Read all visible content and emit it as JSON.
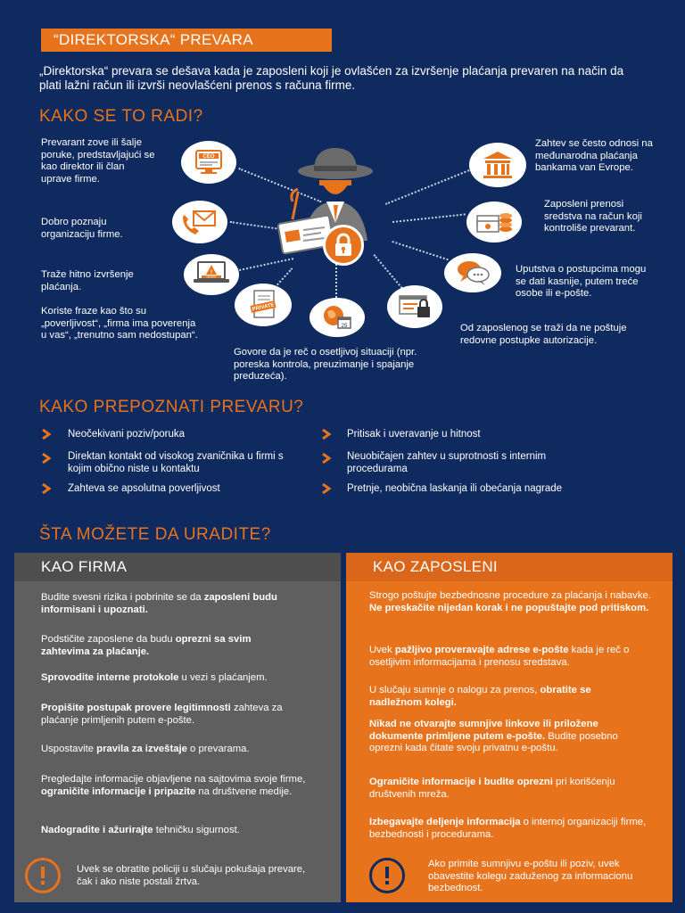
{
  "title": "“DIREKTORSKA“ PREVARA",
  "intro": "„Direktorska“ prevara se dešava kada je zaposleni koji je ovlašćen za izvršenje plaćanja prevaren na način da plati lažni račun ili izvrši neovlašćeni prenos s računa firme.",
  "how": {
    "heading": "KAKO SE TO RADI?",
    "icon_labels": {
      "ceo": "CEO",
      "private": "PRIVATE",
      "urgent": "URGENT"
    },
    "steps": [
      "Prevarant zove ili šalje poruke, predstavljajući se kao direktor ili član uprave firme.",
      "Dobro poznaju organizaciju firme.",
      "Traže hitno izvršenje plaćanja.",
      "Koriste fraze kao što su „poverljivost“, „firma ima poverenja u vas“, „trenutno sam nedostupan“.",
      "Govore da je reč o osetljivoj situaciji (npr. poreska kontrola, preuzimanje i spajanje preduzeća).",
      "Od zaposlenog se traži da ne poštuje redovne postupke autorizacije.",
      "Uputstva o postupcima mogu se dati kasnije, putem treće osobe ili e-pošte.",
      "Zaposleni prenosi sredstva na račun koji kontroliše prevarant.",
      "Zahtev se često odnosi na međunarodna plaćanja bankama van Evrope."
    ]
  },
  "recognize": {
    "heading": "KAKO PREPOZNATI PREVARU?",
    "left": [
      "Neočekivani poziv/poruka",
      "Direktan kontakt od visokog zvaničnika u firmi s kojim obično niste u kontaktu",
      "Zahteva se apsolutna poverljivost"
    ],
    "right": [
      "Pritisak i uveravanje u hitnost",
      "Neuobičajen zahtev u suprotnosti s internim procedurama",
      "Pretnje, neobična laskanja ili obećanja nagrade"
    ]
  },
  "what": {
    "heading": "ŠTA MOŽETE DA URADITE?",
    "firm": {
      "title": "KAO FIRMA",
      "items": [
        [
          {
            "t": "Budite svesni rizika i pobrinite se da "
          },
          {
            "t": "zaposleni budu informisani i upoznati.",
            "b": true
          }
        ],
        [
          {
            "t": "Podstičite zaposlene da budu "
          },
          {
            "t": "oprezni sa svim zahtevima za plaćanje.",
            "b": true
          }
        ],
        [
          {
            "t": "Sprovodite interne protokole",
            "b": true
          },
          {
            "t": " u vezi s plaćanjem."
          }
        ],
        [
          {
            "t": "Propišite postupak provere legitimnosti",
            "b": true
          },
          {
            "t": " zahteva za plaćanje primljenih putem e-pošte."
          }
        ],
        [
          {
            "t": "Uspostavite "
          },
          {
            "t": "pravila za izveštaje",
            "b": true
          },
          {
            "t": " o prevarama."
          }
        ],
        [
          {
            "t": "Pregledajte informacije objavljene na sajtovima svoje firme, "
          },
          {
            "t": "ograničite informacije i pripazite",
            "b": true
          },
          {
            "t": " na društvene medije."
          }
        ],
        [
          {
            "t": "Nadogradite i ažurirajte",
            "b": true
          },
          {
            "t": " tehničku sigurnost."
          }
        ]
      ],
      "warning": "Uvek se obratite policiji u slučaju pokušaja prevare, čak i ako niste postali žrtva."
    },
    "employee": {
      "title": "KAO ZAPOSLENI",
      "items": [
        [
          {
            "t": "Strogo poštujte bezbednosne procedure za plaćanja i nabavke. "
          },
          {
            "t": "Ne preskačite nijedan korak i ne popuštajte pod pritiskom.",
            "b": true
          }
        ],
        [
          {
            "t": "Uvek "
          },
          {
            "t": "pažljivo proveravajte adrese e-pošte",
            "b": true
          },
          {
            "t": " kada je reč o osetljivim informacijama i prenosu sredstava."
          }
        ],
        [
          {
            "t": "U slučaju sumnje o nalogu za prenos, "
          },
          {
            "t": "obratite se nadležnom kolegi.",
            "b": true
          }
        ],
        [
          {
            "t": "Nikad ne otvarajte sumnjive linkove ili priložene dokumente primljene putem e-pošte.",
            "b": true
          },
          {
            "t": " Budite posebno oprezni kada čitate svoju privatnu e-poštu."
          }
        ],
        [
          {
            "t": "Ograničite informacije i budite oprezni",
            "b": true
          },
          {
            "t": " pri korišćenju društvenih mreža."
          }
        ],
        [
          {
            "t": "Izbegavajte deljenje informacija",
            "b": true
          },
          {
            "t": " o internoj organizaciji firme, bezbednosti i procedurama."
          }
        ]
      ],
      "warning": "Ako primite sumnjivu e-poštu ili poziv, uvek obavestite kolegu zaduženog za informacionu bezbednost."
    }
  },
  "colors": {
    "background": "#0f2a5e",
    "accent": "#e8731d",
    "gray_panel": "#5f5f60",
    "white": "#ffffff"
  },
  "icons": [
    "ceo-monitor-icon",
    "phone-mail-icon",
    "urgent-laptop-icon",
    "private-document-icon",
    "globe-calendar-icon",
    "lock-browser-icon",
    "speech-bubbles-icon",
    "money-stack-icon",
    "bank-icon",
    "hacker-icon",
    "padlock-icon"
  ]
}
